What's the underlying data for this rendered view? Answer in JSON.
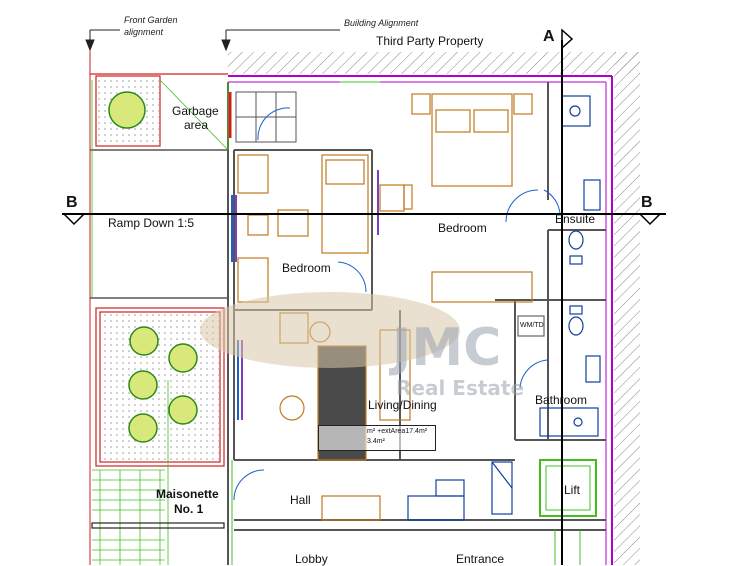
{
  "labels": {
    "front_garden": "Front Garden",
    "front_garden_sub": "alignment",
    "building_alignment": "Building Alignment",
    "third_party": "Third Party Property",
    "garbage_line1": "Garbage",
    "garbage_line2": "area",
    "ramp": "Ramp Down 1:5",
    "bedroom_main": "Bedroom",
    "bedroom_small": "Bedroom",
    "ensuite": "Ensuite",
    "living": "Living/Dining",
    "bathroom": "Bathroom",
    "lift": "Lift",
    "hall": "Hall",
    "maisonette_line1": "Maisonette",
    "maisonette_line2": "No. 1",
    "lobby": "Lobby",
    "entrance": "Entrance",
    "wmtd": "WM/TD",
    "area_line1": "m² +extArea17.4m²",
    "area_line2": "3.4m²"
  },
  "section_markers": {
    "a": "A",
    "b_left": "B",
    "b_right": "B"
  },
  "watermark": {
    "line1": "JMC",
    "line2": "Real Estate"
  },
  "colors": {
    "wall": "#555555",
    "magenta": "#b000d0",
    "furniture": "#c07820",
    "fixtures": "#1040a0",
    "plants": "#2a8a1a",
    "garden_red": "#d02020",
    "lift_green": "#40c020"
  }
}
